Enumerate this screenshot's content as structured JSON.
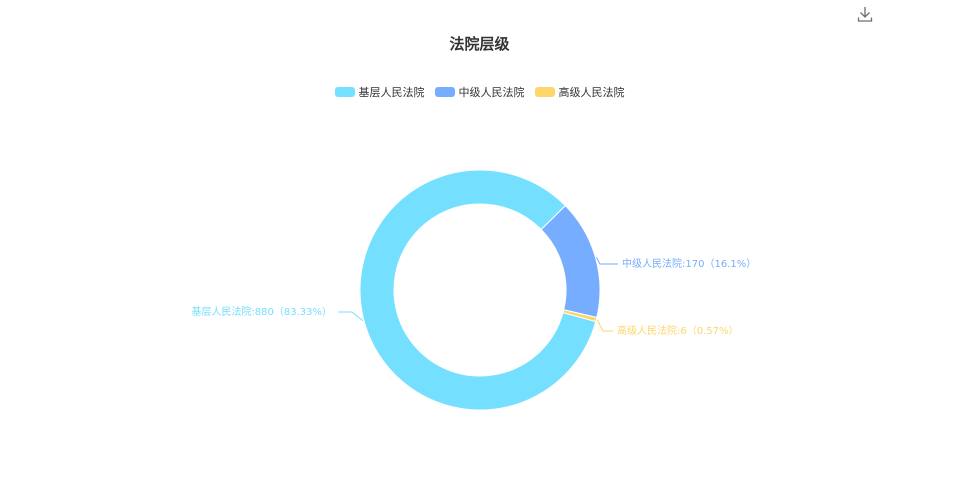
{
  "chart_data": {
    "type": "pie",
    "title": "法院层级",
    "categories": [
      "基层人民法院",
      "中级人民法院",
      "高级人民法院"
    ],
    "values": [
      880,
      170,
      6
    ],
    "labels": [
      "基层人民法院:880（83.33%）",
      "中级人民法院:170（16.1%）",
      "高级人民法院:6（0.57%）"
    ],
    "colors": [
      "#75dfff",
      "#77adfe",
      "#fdd66b"
    ],
    "legend_position": "top-center",
    "donut": true
  },
  "toolbar": {
    "download_icon": "download-icon"
  }
}
